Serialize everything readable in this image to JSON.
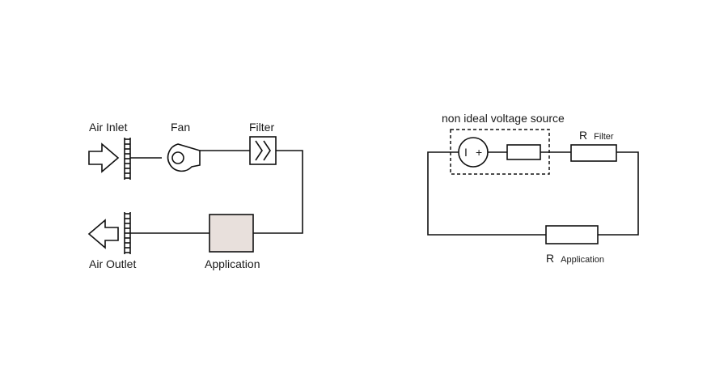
{
  "airflow": {
    "air_inlet": "Air Inlet",
    "fan": "Fan",
    "filter": "Filter",
    "application": "Application",
    "air_outlet": "Air Outlet"
  },
  "circuit": {
    "source_label": "non ideal voltage source",
    "source_minus": "I",
    "source_plus": "+",
    "r_filter_main": "R",
    "r_filter_sub": "Filter",
    "r_app_main": "R",
    "r_app_sub": "Application"
  },
  "colors": {
    "stroke": "#111111",
    "application_fill": "#e8e0dc",
    "background": "#ffffff"
  }
}
